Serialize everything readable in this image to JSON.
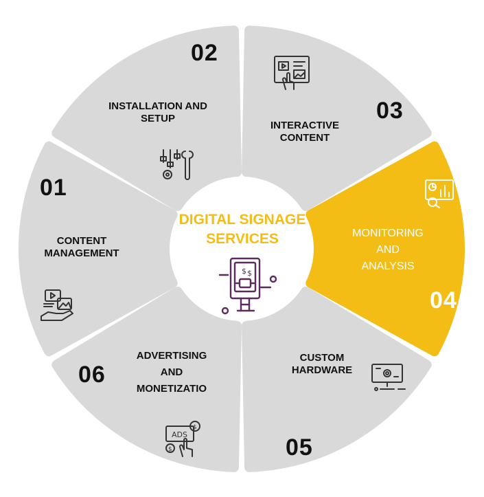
{
  "center": {
    "title_line1": "DIGITAL SIGNAGE",
    "title_line2": "SERVICES",
    "icon": "digital-kiosk-icon"
  },
  "colors": {
    "segment_grey": "#d9d9d9",
    "highlight": "#f4bd15",
    "center_title": "#f4bd15",
    "icon_purple": "#5b2a5e",
    "text_dark": "#111111"
  },
  "segments": [
    {
      "number": "01",
      "line1": "CONTENT",
      "line2": "MANAGEMENT",
      "icon": "content-management-icon"
    },
    {
      "number": "02",
      "line1": "INSTALLATION AND",
      "line2": "SETUP",
      "icon": "tools-setup-icon"
    },
    {
      "number": "03",
      "line1": "INTERACTIVE",
      "line2": "CONTENT",
      "icon": "touch-screen-icon"
    },
    {
      "number": "04",
      "line1": "MONITORING",
      "line2": "AND",
      "line3": "ANALYSIS",
      "icon": "analytics-board-icon",
      "highlighted": true
    },
    {
      "number": "05",
      "line1": "CUSTOM",
      "line2": "HARDWARE",
      "icon": "hardware-monitor-icon"
    },
    {
      "number": "06",
      "line1": "ADVERTISING",
      "line2": "AND",
      "line3": "MONETIZATIO",
      "icon": "ads-monetization-icon"
    }
  ]
}
